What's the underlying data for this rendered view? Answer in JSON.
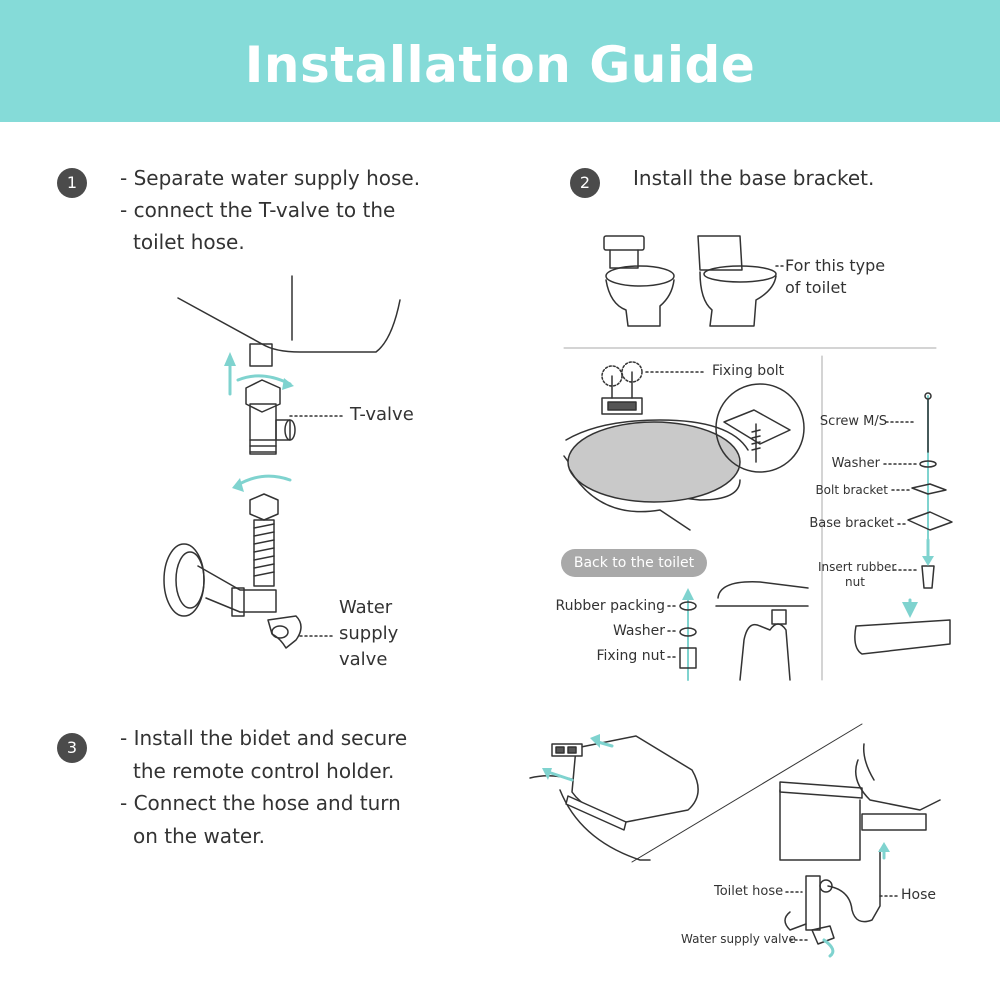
{
  "header": {
    "title": "Installation Guide"
  },
  "colors": {
    "header_bg": "#85dbd8",
    "accent_teal": "#7fd3cf",
    "badge_bg": "#4b4b4b",
    "line_art": "#333333"
  },
  "step1": {
    "number": "1",
    "line1": "- Separate water supply hose.",
    "line2": "- connect the T-valve to the",
    "line3": "toilet hose.",
    "label_tvalve": "T-valve",
    "label_water1": "Water",
    "label_water2": "supply",
    "label_water3": "valve"
  },
  "step2": {
    "number": "2",
    "title": "Install the base bracket.",
    "type_line1": "For this type",
    "type_line2": "of toilet",
    "fixing_bolt": "Fixing bolt",
    "back_to_toilet": "Back to the toilet",
    "rubber_packing": "Rubber packing",
    "washer_left": "Washer",
    "fixing_nut": "Fixing nut",
    "screw": "Screw M/S",
    "washer_right": "Washer",
    "bolt_bracket": "Bolt bracket",
    "base_bracket": "Base bracket",
    "insert_rubber1": "Insert rubber",
    "insert_rubber2": "nut"
  },
  "step3": {
    "number": "3",
    "line1": "- Install the bidet and secure",
    "line2": "the remote control holder.",
    "line3": "- Connect the hose and turn",
    "line4": "on the water.",
    "toilet_hose": "Toilet hose",
    "hose": "Hose",
    "water_supply_valve": "Water supply valve"
  }
}
